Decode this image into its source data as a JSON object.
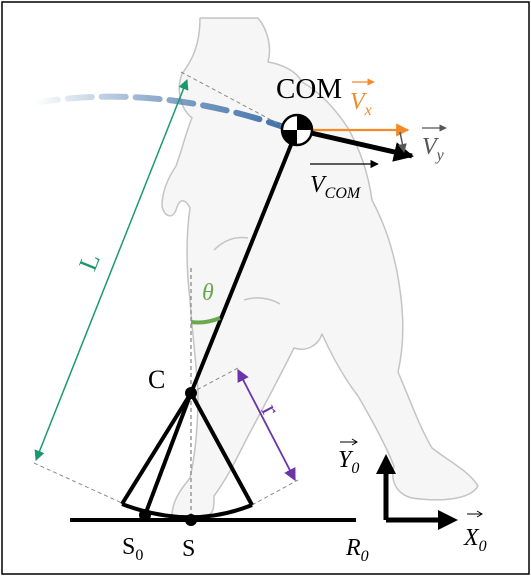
{
  "labels": {
    "com": "COM",
    "vx_main": "V",
    "vx_sub": "x",
    "vy_main": "V",
    "vy_sub": "y",
    "vcom_main": "V",
    "vcom_sub": "COM",
    "leg_length": "L",
    "angle": "θ",
    "contact_point": "C",
    "radius": "r",
    "s0_main": "S",
    "s0_sub": "0",
    "s": "S",
    "r0_main": "R",
    "r0_sub": "0",
    "y0_main": "Y",
    "y0_sub": "0",
    "x0_main": "X",
    "x0_sub": "0"
  },
  "colors": {
    "frame": "#000000",
    "leg": "#000000",
    "vx": "#f28a28",
    "vy": "#666666",
    "vcom": "#000000",
    "length_L": "#1a9a6c",
    "theta": "#6aa84f",
    "radius_r": "#6b35a8",
    "trajectory": "#3c6ea8",
    "silhouette_fill": "#f7f7f7",
    "silhouette_stroke": "#bdbdbd",
    "dashed_guides": "#8a8a8a"
  },
  "icons": {
    "com_marker": "com-checkered-circle-icon"
  }
}
